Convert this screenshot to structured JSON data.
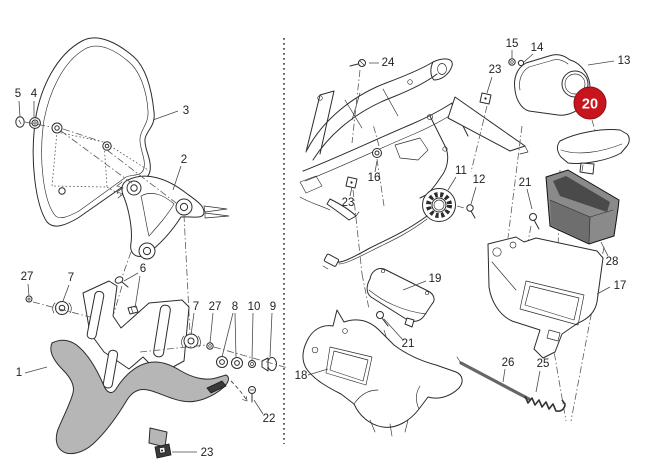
{
  "figure": {
    "type": "exploded-parts-diagram",
    "left_panel": "windscreen-and-front-fairing",
    "right_panel": "instrument-support-and-glove-box"
  },
  "badge": {
    "text": "20",
    "fill": "#c8141c",
    "text_color": "#ffffff"
  },
  "colors": {
    "background": "#ffffff",
    "line": "#2c2c2c",
    "fairing_fill": "#b6b6b6",
    "box_fill": "#8a8a8a",
    "badge_red": "#c8141c"
  },
  "callouts": [
    {
      "n": "5"
    },
    {
      "n": "4"
    },
    {
      "n": "3"
    },
    {
      "n": "2"
    },
    {
      "n": "27"
    },
    {
      "n": "7"
    },
    {
      "n": "6"
    },
    {
      "n": "1"
    },
    {
      "n": "7"
    },
    {
      "n": "27"
    },
    {
      "n": "8"
    },
    {
      "n": "10"
    },
    {
      "n": "9"
    },
    {
      "n": "22"
    },
    {
      "n": "23"
    },
    {
      "n": "24"
    },
    {
      "n": "15"
    },
    {
      "n": "14"
    },
    {
      "n": "23"
    },
    {
      "n": "13"
    },
    {
      "n": "16"
    },
    {
      "n": "11"
    },
    {
      "n": "12"
    },
    {
      "n": "21"
    },
    {
      "n": "23"
    },
    {
      "n": "28"
    },
    {
      "n": "17"
    },
    {
      "n": "19"
    },
    {
      "n": "21"
    },
    {
      "n": "18"
    },
    {
      "n": "26"
    },
    {
      "n": "25"
    }
  ]
}
